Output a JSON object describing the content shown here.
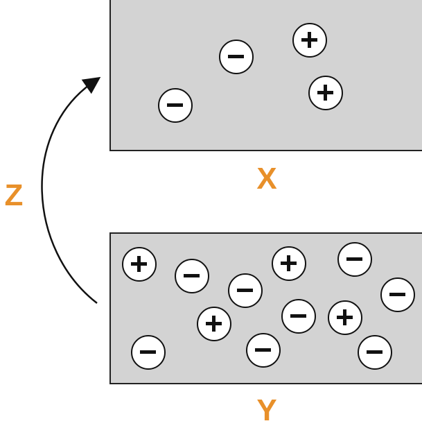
{
  "labels": {
    "x": "X",
    "y": "Y",
    "z": "Z"
  },
  "colors": {
    "label": "#E8902A",
    "box": "#d3d3d3"
  },
  "box_x_ions": [
    "minus",
    "plus",
    "minus",
    "plus"
  ],
  "box_y_ions": [
    "plus",
    "minus",
    "minus",
    "plus",
    "minus",
    "minus",
    "plus",
    "minus",
    "plus",
    "minus",
    "minus",
    "minus"
  ]
}
